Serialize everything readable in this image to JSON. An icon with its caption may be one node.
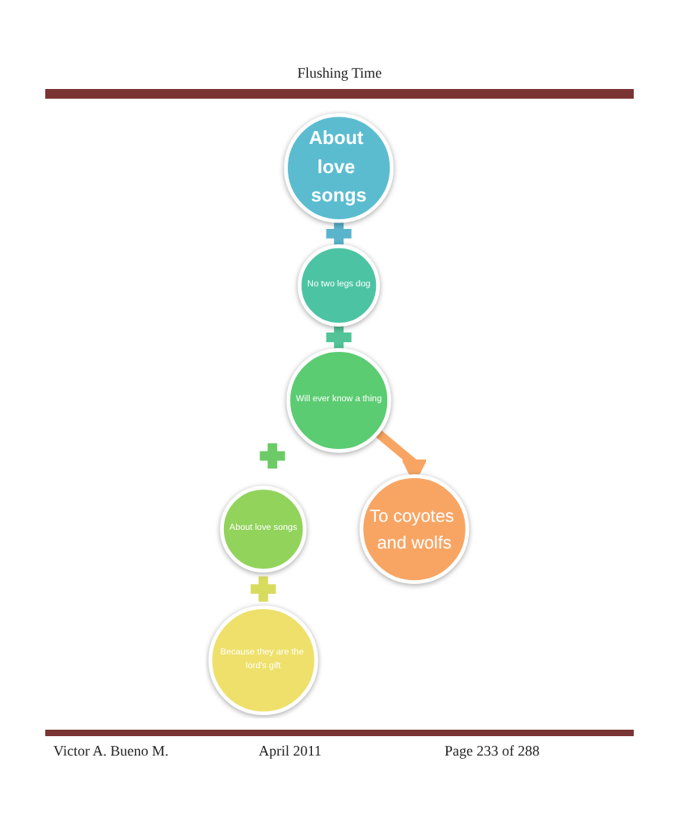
{
  "diagram": {
    "nodes": [
      {
        "text": [
          "About love songs"
        ]
      },
      {
        "text": [
          "No two legs dog"
        ]
      },
      {
        "text": [
          "Will ever know a thing"
        ]
      },
      {
        "text": [
          "About love songs"
        ]
      },
      {
        "text": [
          "Because they are the lord's gift"
        ]
      },
      {
        "text": [
          "To coyotes and wolfs"
        ]
      }
    ],
    "edges": [
      {
        "from": 0,
        "to": 1,
        "arrow": "none",
        "color": "#5ab4cc"
      },
      {
        "from": 1,
        "to": 2,
        "arrow": "none",
        "color": "#52c497"
      },
      {
        "from": 2,
        "to": 3,
        "arrow": "none",
        "color": "#6ccb66"
      },
      {
        "from": 3,
        "to": 4,
        "arrow": "none",
        "color": "#d8dc5e"
      },
      {
        "from": 2,
        "to": 5,
        "arrow": "to",
        "color": "#f8a564"
      }
    ],
    "labels": [
      "Flushing Time",
      "Victor A. Bueno M.",
      "April 2011",
      "Page 233 of 288"
    ]
  }
}
